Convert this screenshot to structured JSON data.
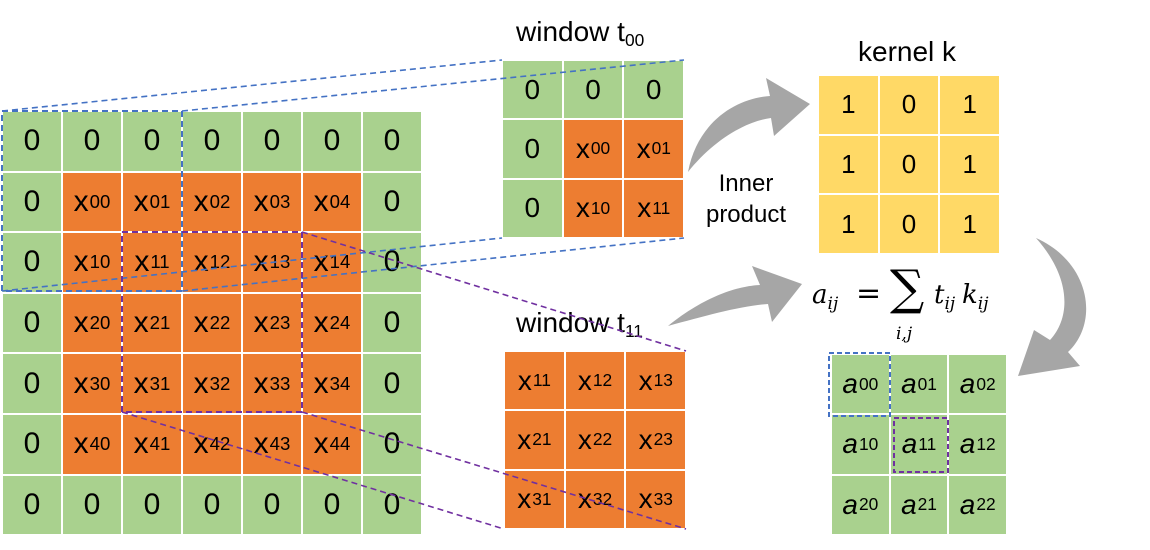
{
  "input_grid": [
    [
      {
        "b": "0"
      },
      {
        "b": "0"
      },
      {
        "b": "0"
      },
      {
        "b": "0"
      },
      {
        "b": "0"
      },
      {
        "b": "0"
      },
      {
        "b": "0"
      }
    ],
    [
      {
        "b": "0"
      },
      {
        "b": "x",
        "s": "00"
      },
      {
        "b": "x",
        "s": "01"
      },
      {
        "b": "x",
        "s": "02"
      },
      {
        "b": "x",
        "s": "03"
      },
      {
        "b": "x",
        "s": "04"
      },
      {
        "b": "0"
      }
    ],
    [
      {
        "b": "0"
      },
      {
        "b": "x",
        "s": "10"
      },
      {
        "b": "x",
        "s": "11"
      },
      {
        "b": "x",
        "s": "12"
      },
      {
        "b": "x",
        "s": "13"
      },
      {
        "b": "x",
        "s": "14"
      },
      {
        "b": "0"
      }
    ],
    [
      {
        "b": "0"
      },
      {
        "b": "x",
        "s": "20"
      },
      {
        "b": "x",
        "s": "21"
      },
      {
        "b": "x",
        "s": "22"
      },
      {
        "b": "x",
        "s": "23"
      },
      {
        "b": "x",
        "s": "24"
      },
      {
        "b": "0"
      }
    ],
    [
      {
        "b": "0"
      },
      {
        "b": "x",
        "s": "30"
      },
      {
        "b": "x",
        "s": "31"
      },
      {
        "b": "x",
        "s": "32"
      },
      {
        "b": "x",
        "s": "33"
      },
      {
        "b": "x",
        "s": "34"
      },
      {
        "b": "0"
      }
    ],
    [
      {
        "b": "0"
      },
      {
        "b": "x",
        "s": "40"
      },
      {
        "b": "x",
        "s": "41"
      },
      {
        "b": "x",
        "s": "42"
      },
      {
        "b": "x",
        "s": "43"
      },
      {
        "b": "x",
        "s": "44"
      },
      {
        "b": "0"
      }
    ],
    [
      {
        "b": "0"
      },
      {
        "b": "0"
      },
      {
        "b": "0"
      },
      {
        "b": "0"
      },
      {
        "b": "0"
      },
      {
        "b": "0"
      },
      {
        "b": "0"
      }
    ]
  ],
  "window_t00": {
    "label_base": "window t",
    "label_sub": "00",
    "cells": [
      [
        {
          "b": "0"
        },
        {
          "b": "0"
        },
        {
          "b": "0"
        }
      ],
      [
        {
          "b": "0"
        },
        {
          "b": "x",
          "s": "00"
        },
        {
          "b": "x",
          "s": "01"
        }
      ],
      [
        {
          "b": "0"
        },
        {
          "b": "x",
          "s": "10"
        },
        {
          "b": "x",
          "s": "11"
        }
      ]
    ]
  },
  "window_t11": {
    "label_base": "window t",
    "label_sub": "11",
    "cells": [
      [
        {
          "b": "x",
          "s": "11"
        },
        {
          "b": "x",
          "s": "12"
        },
        {
          "b": "x",
          "s": "13"
        }
      ],
      [
        {
          "b": "x",
          "s": "21"
        },
        {
          "b": "x",
          "s": "22"
        },
        {
          "b": "x",
          "s": "23"
        }
      ],
      [
        {
          "b": "x",
          "s": "31"
        },
        {
          "b": "x",
          "s": "32"
        },
        {
          "b": "x",
          "s": "33"
        }
      ]
    ]
  },
  "kernel": {
    "label": "kernel k",
    "cells": [
      [
        "1",
        "0",
        "1"
      ],
      [
        "1",
        "0",
        "1"
      ],
      [
        "1",
        "0",
        "1"
      ]
    ]
  },
  "inner_product": {
    "line1": "Inner",
    "line2": "product"
  },
  "formula": {
    "lhs_base": "a",
    "lhs_sub": "ij",
    "equals": "=",
    "sigma": "∑",
    "sigma_sub": "i,j",
    "t_base": "t",
    "t_sub": "ij",
    "k_base": "k",
    "k_sub": "ij"
  },
  "output_grid": [
    [
      {
        "b": "a",
        "s": "00"
      },
      {
        "b": "a",
        "s": "01"
      },
      {
        "b": "a",
        "s": "02"
      }
    ],
    [
      {
        "b": "a",
        "s": "10"
      },
      {
        "b": "a",
        "s": "11"
      },
      {
        "b": "a",
        "s": "12"
      }
    ],
    [
      {
        "b": "a",
        "s": "20"
      },
      {
        "b": "a",
        "s": "21"
      },
      {
        "b": "a",
        "s": "22"
      }
    ]
  ],
  "colors": {
    "green": "#a9d18e",
    "orange": "#ed7d31",
    "yellow": "#ffd966",
    "blue_dash": "#4472c4",
    "purple_dash": "#7030a0",
    "arrow_gray": "#a6a6a6"
  }
}
